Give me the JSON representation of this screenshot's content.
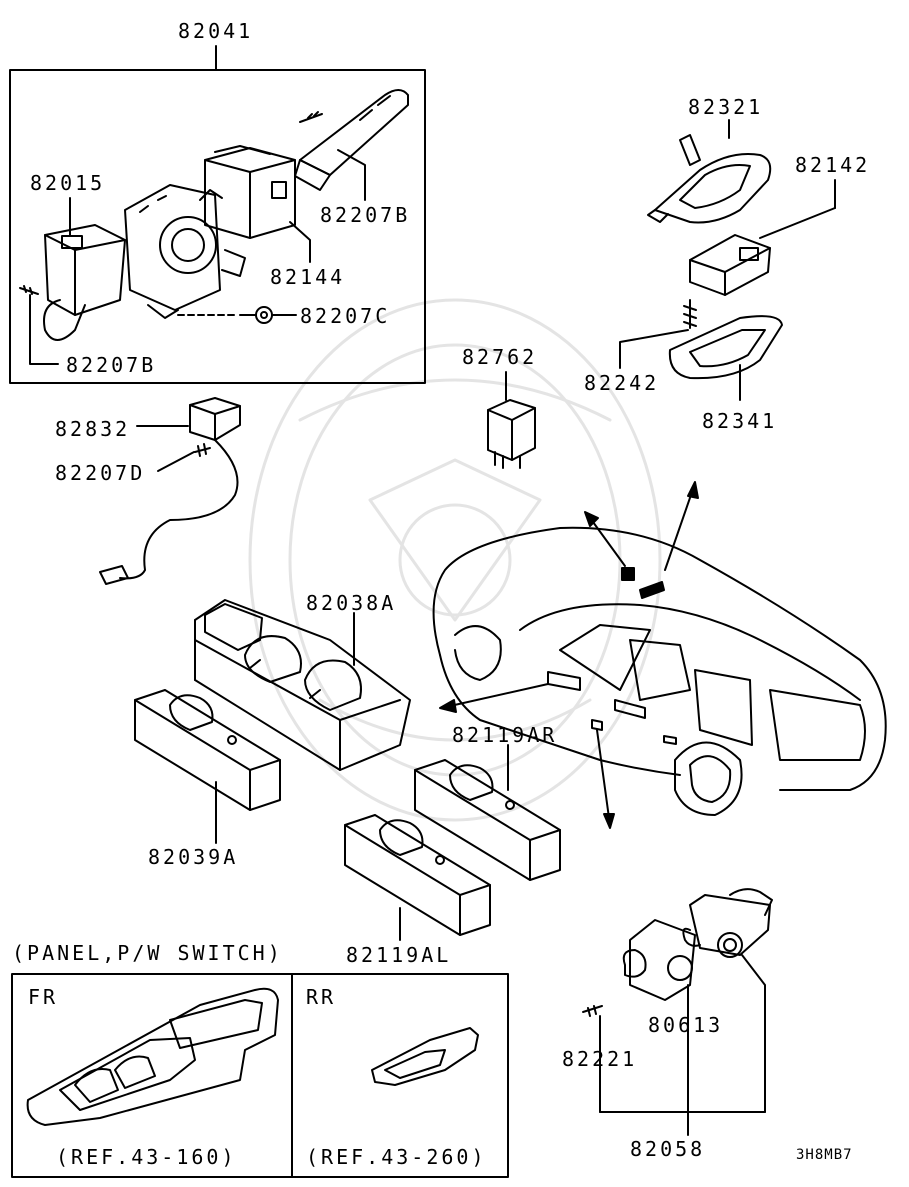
{
  "parts": {
    "p82041": "82041",
    "p82015": "82015",
    "p82207B_top": "82207B",
    "p82144": "82144",
    "p82207C": "82207C",
    "p82207B_bot": "82207B",
    "p82321": "82321",
    "p82142": "82142",
    "p82762": "82762",
    "p82242": "82242",
    "p82341": "82341",
    "p82832": "82832",
    "p82207D": "82207D",
    "p82038A": "82038A",
    "p82119AR": "82119AR",
    "p82039A": "82039A",
    "p82119AL": "82119AL",
    "p80613": "80613",
    "p82221": "82221",
    "p82058": "82058"
  },
  "panel": {
    "title": "(PANEL,P/W SWITCH)",
    "fr_label": "FR",
    "rr_label": "RR",
    "fr_ref": "(REF.43-160)",
    "rr_ref": "(REF.43-260)"
  },
  "diagram_code": "3H8MB7"
}
